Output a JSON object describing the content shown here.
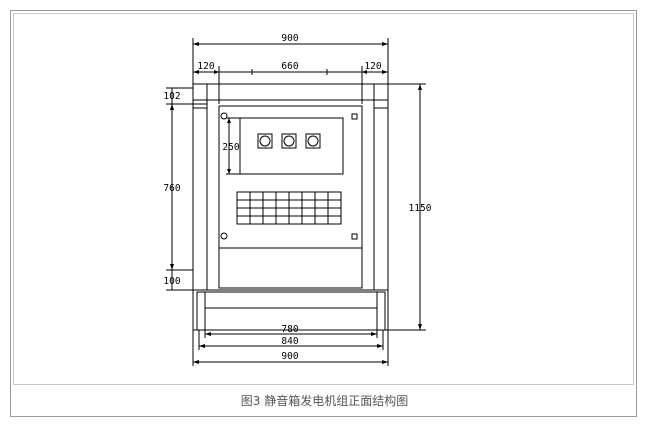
{
  "caption": "图3 静音箱发电机组正面结构图",
  "dimensions": {
    "top_total_width": "900",
    "top_left_segment": "120",
    "top_middle_segment": "660",
    "top_right_segment": "120",
    "left_top_height": "102",
    "left_body_height": "760",
    "panel_height": "250",
    "left_bottom_height": "100",
    "right_total_height": "1150",
    "bottom_inner_width": "780",
    "bottom_mid_width": "840",
    "bottom_total_width": "900"
  },
  "colors": {
    "line": "#000000",
    "frame": "#9a9a9a",
    "caption": "#555555"
  }
}
